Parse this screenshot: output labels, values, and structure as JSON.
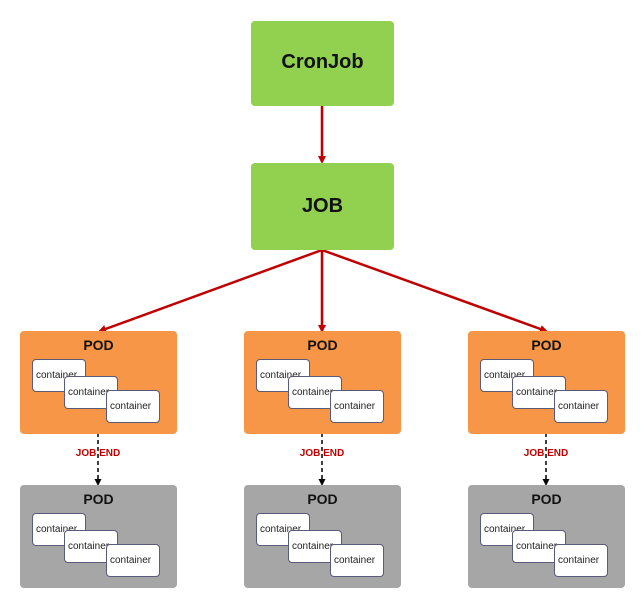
{
  "cronjob": {
    "label": "CronJob"
  },
  "job": {
    "label": "JOB"
  },
  "pod_label": "POD",
  "container_label": "container",
  "job_end_label": "JOB END",
  "colors": {
    "cronjob": "#92d050",
    "job": "#92d050",
    "active_pod": "#f79646",
    "ended_pod": "#a6a6a6",
    "arrow_red": "#c00000",
    "arrow_black": "#000000"
  }
}
